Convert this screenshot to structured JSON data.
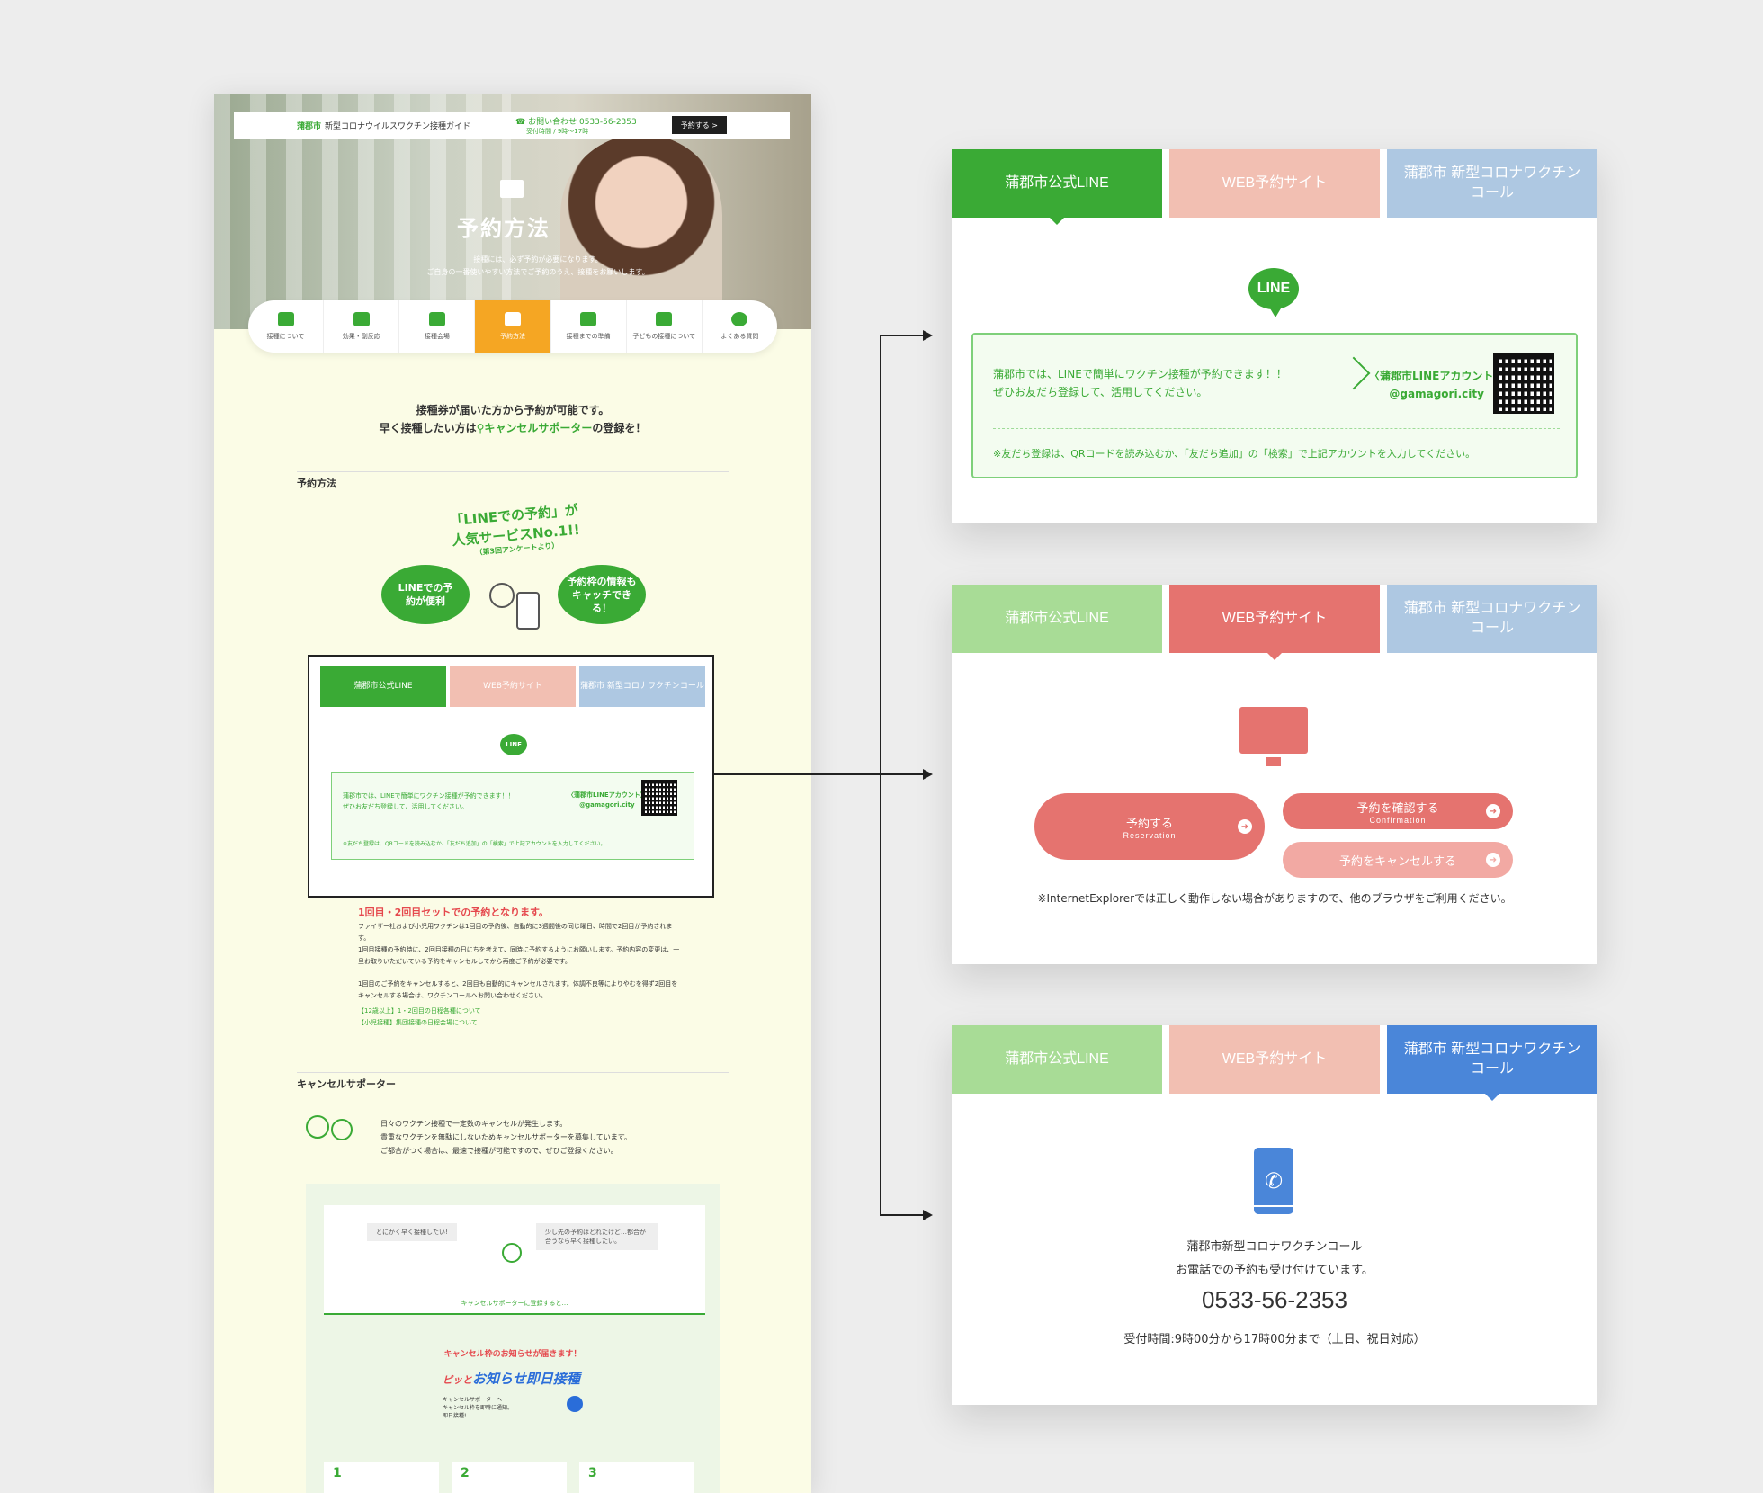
{
  "colors": {
    "green": "#3aaa35",
    "green_light": "#a8dc96",
    "salmon": "#e5736f",
    "salmon_light": "#f2bfb2",
    "blue": "#4a86d9",
    "blue_light": "#aec8e2",
    "orange": "#f5a623",
    "red": "#e5484d"
  },
  "site": {
    "logo": "蒲郡市",
    "title": "新型コロナウイルスワクチン接種ガイド",
    "phone": "お問い合わせ 0533-56-2353",
    "phone_hours": "受付時間 / 9時～17時",
    "reserve_btn": "予約する >",
    "hero_title": "予約方法",
    "hero_sub_1": "接種には、必ず予約が必要になります。",
    "hero_sub_2": "ご自身の一番使いやすい方法でご予約のうえ、接種をお願いします。"
  },
  "nav": [
    {
      "label": "接種について",
      "icon": "syringe-icon"
    },
    {
      "label": "効果・副反応",
      "icon": "person-icon"
    },
    {
      "label": "接種会場",
      "icon": "building-icon"
    },
    {
      "label": "予約方法",
      "icon": "reservation-icon",
      "active": true
    },
    {
      "label": "接種までの準備",
      "icon": "checklist-icon"
    },
    {
      "label": "子どもの接種について",
      "icon": "family-icon"
    },
    {
      "label": "よくある質問",
      "icon": "question-icon"
    }
  ],
  "intro": {
    "line1": "接種券が届いた方から予約が可能です。",
    "line2_pre": "早く接種したい方は",
    "line2_link": "キャンセルサポーター",
    "line2_post": "の登録を！"
  },
  "sec_reserve": "予約方法",
  "popular": {
    "line1": "「LINEでの予約」が",
    "line2": "人気サービスNo.1!!",
    "note": "（第3回アンケートより）"
  },
  "bubble_left": "LINEでの予約が便利",
  "bubble_right": "予約枠の情報もキャッチできる！",
  "tabs": {
    "line": "蒲郡市公式LINE",
    "web": "WEB予約サイト",
    "call": "蒲郡市 新型コロナワクチンコール"
  },
  "line_panel": {
    "logo": "LINE",
    "text1": "蒲郡市では、LINEで簡単にワクチン接種が予約できます！！",
    "text2": "ぜひお友だち登録して、活用してください。",
    "account_label": "〈蒲郡市LINEアカウント〉",
    "account_id": "@gamagori.city",
    "note": "※友だち登録は、QRコードを読み込むか、「友だち追加」の「検索」で上記アカウントを入力してください。"
  },
  "set_notice": "1回目・2回目セットでの予約となります。",
  "para1": "ファイザー社および小児用ワクチンは1回目の予約後、自動的に3週間後の同じ曜日、時間で2回目が予約されます。",
  "para2": "1回目接種の予約時に、2回目接種の日にちを考えて、同時に予約するようにお願いします。予約内容の変更は、一旦お取りいただいている予約をキャンセルしてから再度ご予約が必要です。",
  "para3": "1回目のご予約をキャンセルすると、2回目も自動的にキャンセルされます。体調不良等によりやむを得ず2回目をキャンセルする場合は、ワクチンコールへお問い合わせください。",
  "link1": "【12歳以上】1・2回目の日程各種について",
  "link2": "【小児接種】集団接種の日程会場について",
  "sec_cancel": "キャンセルサポーター",
  "cancel_text": {
    "l1": "日々のワクチン接種で一定数のキャンセルが発生します。",
    "l2": "貴重なワクチンを無駄にしないためキャンセルサポーターを募集しています。",
    "l3": "ご都合がつく場合は、最速で接種が可能ですので、ぜひご登録ください。"
  },
  "support": {
    "bubble1": "とにかく早く接種したい!",
    "bubble2": "少し先の予約はとれたけど…都合が合うなら早く接種したい。",
    "caption": "キャンセルサポーターに登録すると…",
    "red": "キャンセル枠のお知らせが届きます！",
    "brand": "お知らせ即日接種",
    "brand_pre": "ピッと",
    "tiny1": "キャンセルサポーターへ",
    "tiny2": "キャンセル枠を即時に通知。",
    "tiny3": "即日接種!",
    "steps": [
      "1",
      "2",
      "3"
    ]
  },
  "web_panel": {
    "reserve": "予約する",
    "reserve_en": "Reservation",
    "confirm": "予約を確認する",
    "confirm_en": "Confirmation",
    "cancel": "予約をキャンセルする",
    "ie_note": "※InternetExplorerでは正しく動作しない場合がありますので、他のブラウザをご利用ください。"
  },
  "call_panel": {
    "name": "蒲郡市新型コロナワクチンコール",
    "desc": "お電話での予約も受け付けています。",
    "number": "0533-56-2353",
    "hours": "受付時間:9時00分から17時00分まで（土日、祝日対応）"
  }
}
